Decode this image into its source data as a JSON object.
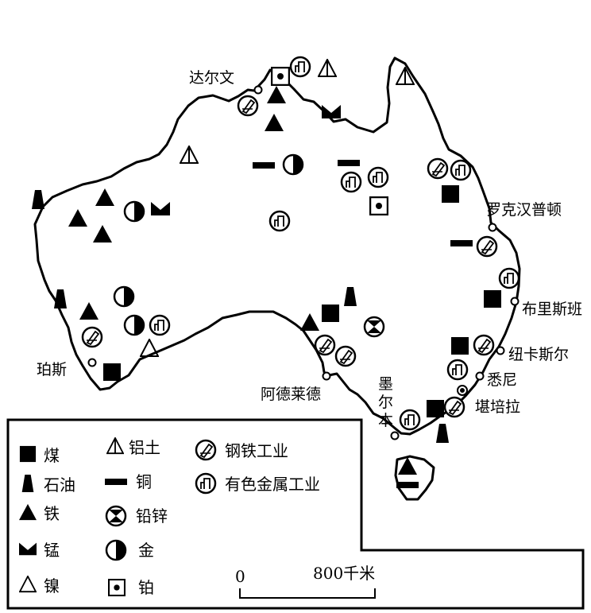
{
  "cities": {
    "darwin": "达尔文",
    "rockhampton": "罗克汉普顿",
    "brisbane": "布里斯班",
    "newcastle": "纽卡斯尔",
    "sydney": "悉尼",
    "canberra": "堪培拉",
    "melbourne": [
      "墨",
      "尔",
      "本"
    ],
    "adelaide": "阿德莱德",
    "perth": "珀斯"
  },
  "legend": {
    "items": [
      {
        "symbol": "coal-icon",
        "label": "煤"
      },
      {
        "symbol": "oil-icon",
        "label": "石油"
      },
      {
        "symbol": "iron-icon",
        "label": "铁"
      },
      {
        "symbol": "manganese-icon",
        "label": "锰"
      },
      {
        "symbol": "nickel-icon",
        "label": "镍"
      },
      {
        "symbol": "bauxite-icon",
        "label": "铝土"
      },
      {
        "symbol": "copper-icon",
        "label": "铜"
      },
      {
        "symbol": "lead-zinc-icon",
        "label": "铅锌"
      },
      {
        "symbol": "gold-icon",
        "label": "金"
      },
      {
        "symbol": "platinum-icon",
        "label": "铂"
      },
      {
        "symbol": "steel-industry-icon",
        "label": "钢铁工业"
      },
      {
        "symbol": "nonferrous-industry-icon",
        "label": "有色金属工业"
      }
    ]
  },
  "scale": {
    "zero": "0",
    "distance": "800千米"
  }
}
